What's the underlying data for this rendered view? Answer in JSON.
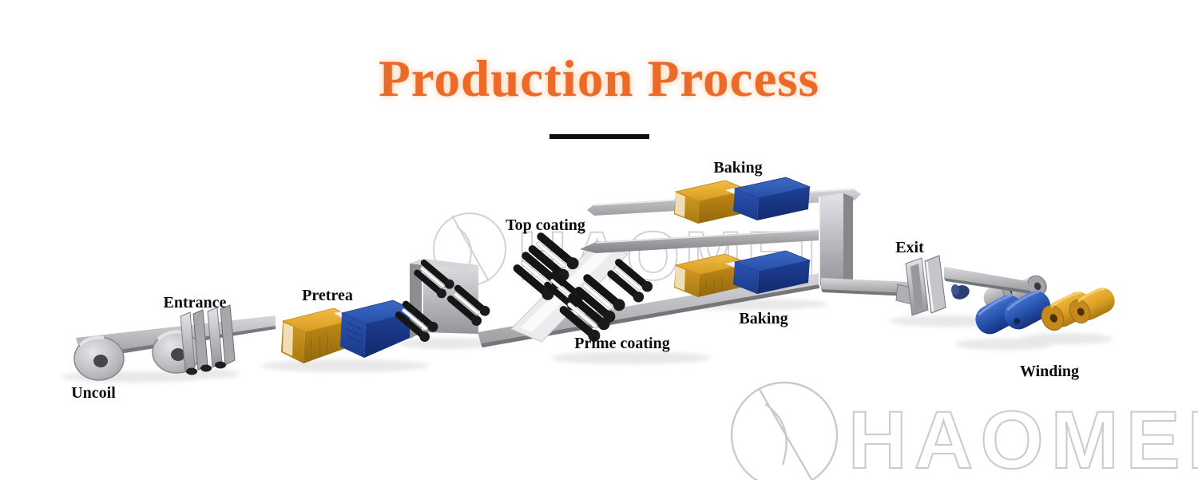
{
  "title": "Production Process",
  "watermark": {
    "brand": "HAOMEI"
  },
  "stations": [
    {
      "id": "uncoil",
      "label": "Uncoil"
    },
    {
      "id": "entrance",
      "label": "Entrance"
    },
    {
      "id": "pretreatment",
      "label": "Pretrea"
    },
    {
      "id": "top-coating",
      "label": "Top coating"
    },
    {
      "id": "prime-coating",
      "label": "Prime coating"
    },
    {
      "id": "baking-top",
      "label": "Baking"
    },
    {
      "id": "baking-bottom",
      "label": "Baking"
    },
    {
      "id": "exit",
      "label": "Exit"
    },
    {
      "id": "winding",
      "label": "Winding"
    }
  ],
  "colors": {
    "title_orange": "#EC6A28",
    "underline_black": "#0E0E0E",
    "oven_yellow": "#D99B22",
    "oven_blue": "#2450A8",
    "belt_gray": "#AFAFB3",
    "label_black": "#0B0B0B",
    "watermark_gray": "#CFCFCF",
    "background": "#FFFFFF"
  }
}
